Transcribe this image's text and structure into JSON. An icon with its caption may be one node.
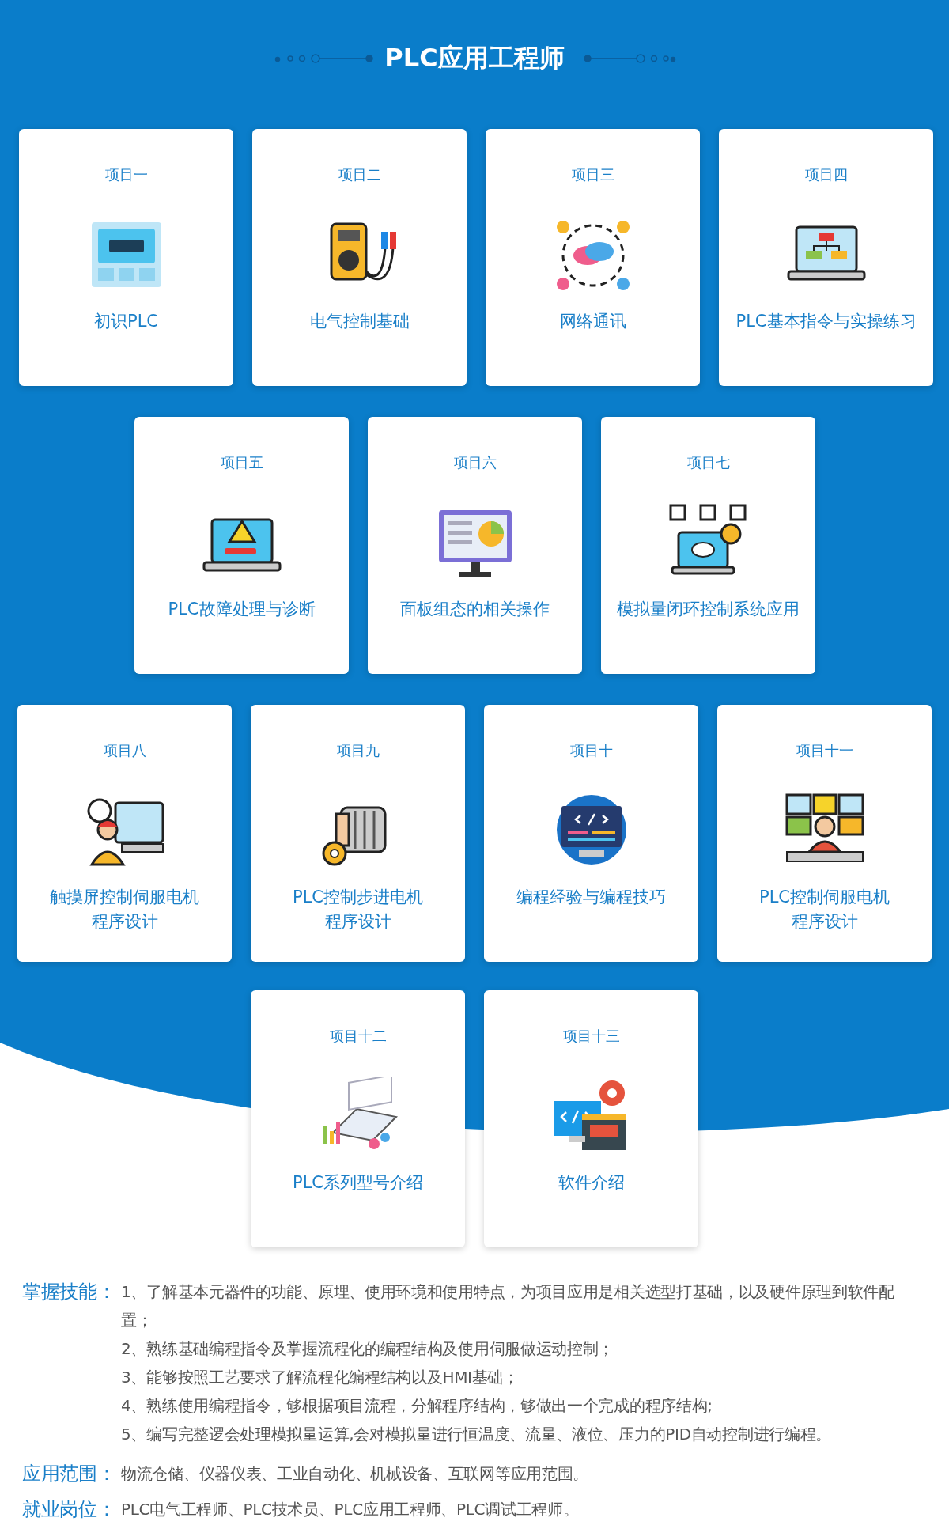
{
  "diagram": {
    "title": "PLC应用工程师",
    "nodes": [
      {
        "text": [
          "项目一",
          "初识PLC"
        ]
      },
      {
        "text": [
          "项目二",
          "电气控制基础"
        ]
      },
      {
        "text": [
          "项目三",
          "网络通讯"
        ]
      },
      {
        "text": [
          "项目四",
          "PLC基本指令与实操练习"
        ]
      },
      {
        "text": [
          "项目五",
          "PLC故障处理与诊断"
        ]
      },
      {
        "text": [
          "项目六",
          "面板组态的相关操作"
        ]
      },
      {
        "text": [
          "项目七",
          "模拟量闭环控制系统应用"
        ]
      },
      {
        "text": [
          "项目八",
          "触摸屏控制伺服电机程序设计"
        ]
      },
      {
        "text": [
          "项目九",
          "PLC控制步进电机程序设计"
        ]
      },
      {
        "text": [
          "项目十",
          "编程经验与编程技巧"
        ]
      },
      {
        "text": [
          "项目十一",
          "PLC控制伺服电机程序设计"
        ]
      },
      {
        "text": [
          "项目十二",
          "PLC系列型号介绍"
        ]
      },
      {
        "text": [
          "项目十三",
          "软件介绍"
        ]
      }
    ],
    "edges": [],
    "labels": [
      "掌握技能：",
      "1、了解基本元器件的功能、原埋、使用环境和使用特点，为项目应用是相关选型打基础，以及硬件原理到软件配置；",
      "2、熟练基础编程指令及掌握流程化的编程结构及使用伺服做运动控制；",
      "3、能够按照工艺要求了解流程化编程结构以及HMI基础；",
      "4、熟练使用编程指令，够根据项目流程，分解程序结构，够做出一个完成的程序结构;",
      "5、编写完整逻会处理模拟量运算,会对模拟量进行恒温度、流量、液位、压力的PID自动控制进行编程。",
      "应用范围：",
      "物流仓储、仪器仪表、工业自动化、机械设备、互联网等应用范围。",
      "就业岗位：",
      "PLC电气工程师、PLC技术员、PLC应用工程师、PLC调试工程师。"
    ]
  }
}
